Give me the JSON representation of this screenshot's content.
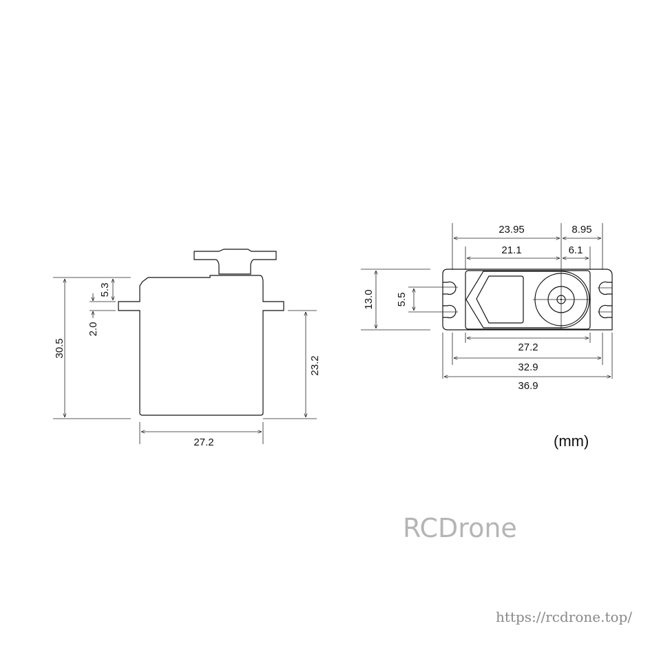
{
  "side_view": {
    "overall_height": "30.5",
    "flange_offset": "5.3",
    "flange_thickness": "2.0",
    "below_flange_height": "23.2",
    "width": "27.2"
  },
  "top_view": {
    "mount_to_shaft": "23.95",
    "shaft_to_mount": "8.95",
    "body_to_shaft": "21.1",
    "shaft_to_body": "6.1",
    "height": "13.0",
    "slot_spacing": "5.5",
    "body_length": "27.2",
    "mount_hole_spacing": "32.9",
    "overall_length": "36.9"
  },
  "unit_label": "(mm)",
  "watermark": "RCDrone",
  "url": "https://rcdrone.top/"
}
